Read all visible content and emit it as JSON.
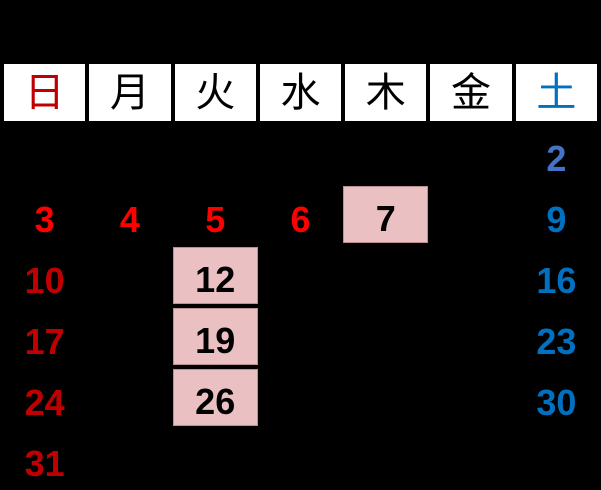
{
  "page": {
    "background": "#000000"
  },
  "calendar": {
    "type": "monthly-calendar",
    "header_cell_bg": "#FFFFFF",
    "weekday_header": [
      {
        "label": "日",
        "color": "#C00000"
      },
      {
        "label": "月",
        "color": "#000000"
      },
      {
        "label": "火",
        "color": "#000000"
      },
      {
        "label": "水",
        "color": "#000000"
      },
      {
        "label": "木",
        "color": "#000000"
      },
      {
        "label": "金",
        "color": "#000000"
      },
      {
        "label": "土",
        "color": "#0070C0"
      }
    ],
    "weeks": [
      [
        {
          "day": ""
        },
        {
          "day": ""
        },
        {
          "day": ""
        },
        {
          "day": ""
        },
        {
          "day": ""
        },
        {
          "day": ""
        },
        {
          "day": "2",
          "color": "#4472C4"
        }
      ],
      [
        {
          "day": "3",
          "color": "#FF0000"
        },
        {
          "day": "4",
          "color": "#FF0000"
        },
        {
          "day": "5",
          "color": "#FF0000"
        },
        {
          "day": "6",
          "color": "#FF0000"
        },
        {
          "day": "7",
          "color": "#000000",
          "boxed": true
        },
        {
          "day": ""
        },
        {
          "day": "9",
          "color": "#0070C0"
        }
      ],
      [
        {
          "day": "10",
          "color": "#C00000"
        },
        {
          "day": ""
        },
        {
          "day": "12",
          "color": "#000000",
          "boxed": true
        },
        {
          "day": ""
        },
        {
          "day": ""
        },
        {
          "day": ""
        },
        {
          "day": "16",
          "color": "#0070C0"
        }
      ],
      [
        {
          "day": "17",
          "color": "#C00000"
        },
        {
          "day": ""
        },
        {
          "day": "19",
          "color": "#000000",
          "boxed": true
        },
        {
          "day": ""
        },
        {
          "day": ""
        },
        {
          "day": ""
        },
        {
          "day": "23",
          "color": "#0070C0"
        }
      ],
      [
        {
          "day": "24",
          "color": "#C00000"
        },
        {
          "day": ""
        },
        {
          "day": "26",
          "color": "#000000",
          "boxed": true
        },
        {
          "day": ""
        },
        {
          "day": ""
        },
        {
          "day": ""
        },
        {
          "day": "30",
          "color": "#0070C0"
        }
      ],
      [
        {
          "day": "31",
          "color": "#C00000"
        },
        {
          "day": ""
        },
        {
          "day": ""
        },
        {
          "day": ""
        },
        {
          "day": ""
        },
        {
          "day": ""
        },
        {
          "day": ""
        }
      ]
    ],
    "highlight": {
      "fill": "#EBC0C2",
      "border": "#BD8F93",
      "highlighted_days": [
        "7",
        "12",
        "19",
        "26"
      ]
    },
    "colors": {
      "holiday_red": "#FF0000",
      "sunday_red": "#C00000",
      "saturday_blue": "#0070C0",
      "saturday_light_blue": "#4472C4",
      "weekday_black": "#000000"
    }
  }
}
